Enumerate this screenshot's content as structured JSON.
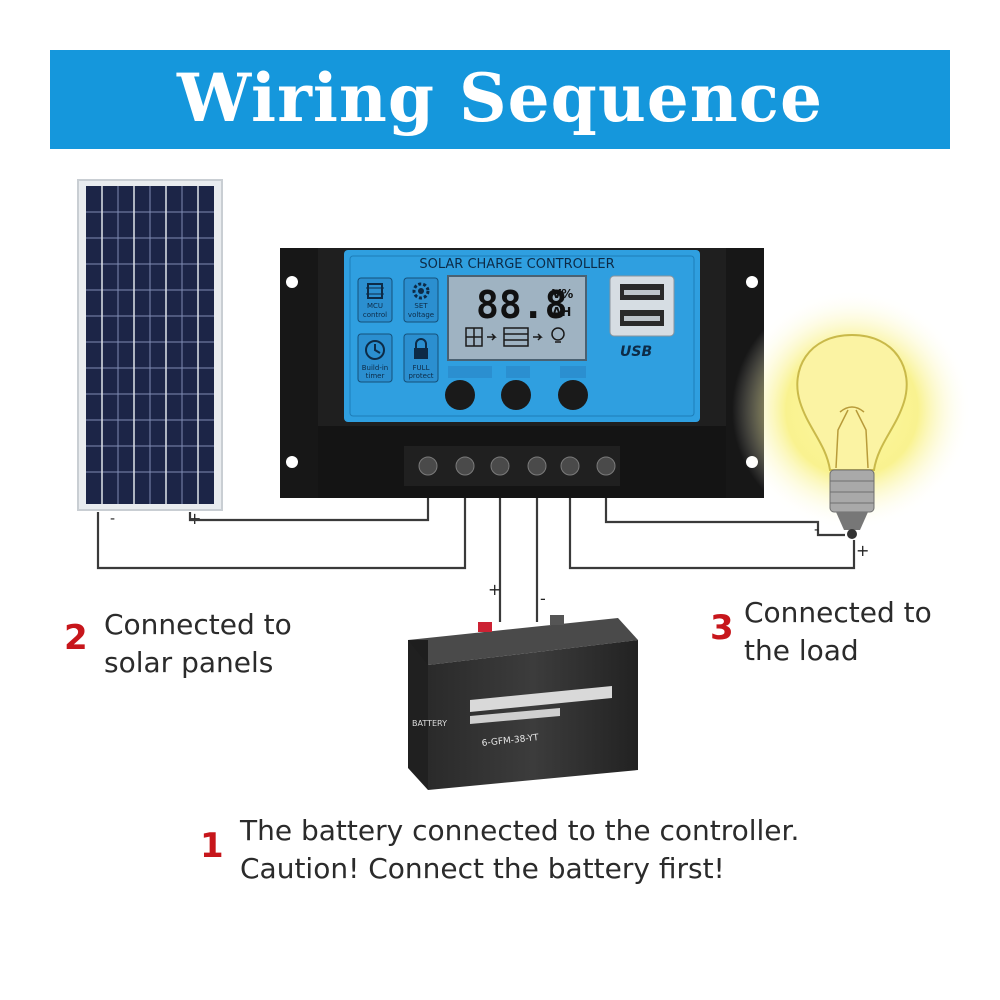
{
  "title": "Wiring Sequence",
  "controller": {
    "name": "SOLAR CHARGE CONTROLLER",
    "display_digits": "88.8",
    "display_unit_top": "V%",
    "display_unit_bottom": "AH",
    "usb_label": "USB",
    "icons": [
      {
        "icon": "mcu-chip-icon",
        "line1": "MCU",
        "line2": "control"
      },
      {
        "icon": "gear-icon",
        "line1": "SET",
        "line2": "voltage"
      },
      {
        "icon": "clock-icon",
        "line1": "Build-in",
        "line2": "timer"
      },
      {
        "icon": "lock-icon",
        "line1": "FULL",
        "line2": "protect"
      }
    ],
    "colors": {
      "panel": "#2f9fe0",
      "body": "#1b1b1b",
      "lcd": "#9fb3c2"
    }
  },
  "battery": {
    "brand": "BATTERY",
    "model": "6-GFM-38-YT",
    "plus": "+",
    "minus": "-"
  },
  "terminals": {
    "panel_minus": "-",
    "panel_plus": "+",
    "load_minus": "-",
    "load_plus": "+"
  },
  "steps": [
    {
      "number": "2",
      "line1": "Connected to",
      "line2": "solar panels"
    },
    {
      "number": "3",
      "line1": "Connected to",
      "line2": "the load"
    },
    {
      "number": "1",
      "line1": "The battery connected to the controller.",
      "line2": "Caution! Connect the battery first!"
    }
  ],
  "colors": {
    "banner": "#1597dc",
    "step_number": "#c7161b"
  }
}
